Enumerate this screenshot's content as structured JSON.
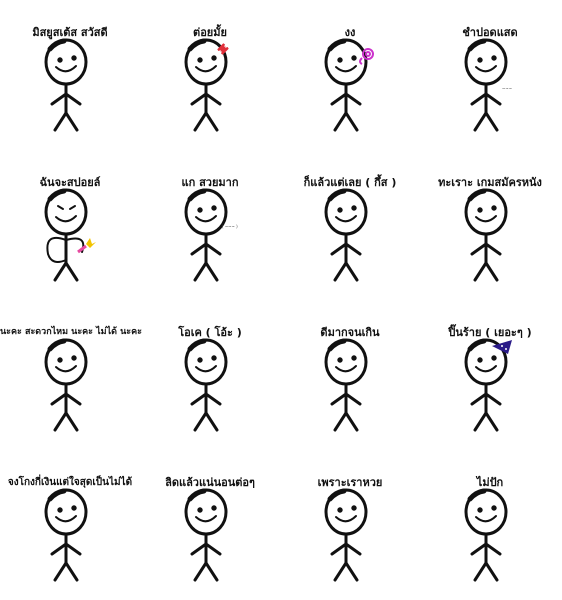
{
  "stickers": [
    {
      "caption": "มิสยูสเต้ส สวัสดี",
      "accessory": "none"
    },
    {
      "caption": "ต่อยมั้ย",
      "accessory": "anger-mark"
    },
    {
      "caption": "งง",
      "accessory": "confused-swirl"
    },
    {
      "caption": "ชำปอดแสด",
      "accessory": "none"
    },
    {
      "caption": "ฉันจะสปอยล์",
      "accessory": "hands-dress"
    },
    {
      "caption": "แก สวยมาก",
      "accessory": "none"
    },
    {
      "caption": "ก็แล้วแต่เลย ( กึ้ส )",
      "accessory": "none"
    },
    {
      "caption": "ทะเราะ เกมสมัครหนัง",
      "accessory": "none"
    },
    {
      "caption": "นะคะ สะดวกไหม นะคะ ไม่ได้ นะคะ",
      "accessory": "none"
    },
    {
      "caption": "โอเค ( โอ้ะ )",
      "accessory": "none"
    },
    {
      "caption": "ดีมากจนเกิน",
      "accessory": "none"
    },
    {
      "caption": "ปิ๊นร้าย ( เยอะๆ )",
      "accessory": "wizard-hat"
    },
    {
      "caption": "จงโกงกี่เงินแต่ใจสุดเป็นไม่ได้",
      "accessory": "none"
    },
    {
      "caption": "ลิดแล้วแน่นอนต่อๆ",
      "accessory": "none"
    },
    {
      "caption": "เพราะเราหวย",
      "accessory": "none"
    },
    {
      "caption": "ไม่ปัก",
      "accessory": "none"
    }
  ],
  "colors": {
    "line": "#111111",
    "anger": "#e0303a",
    "swirl": "#cc33cc",
    "hat": "#2a1a88",
    "spark": "#f2c400",
    "pink": "#e64aa0"
  }
}
